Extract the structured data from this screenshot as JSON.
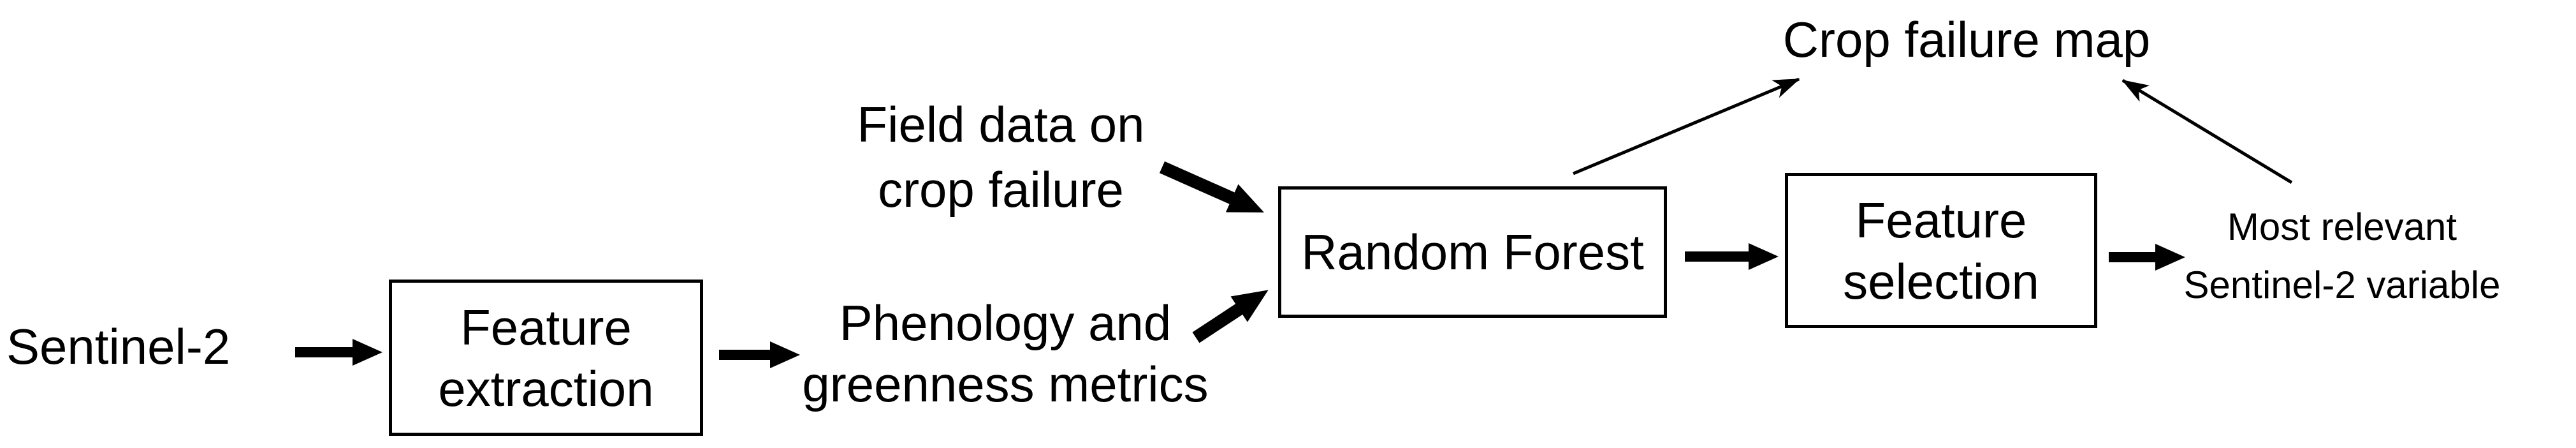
{
  "diagram": {
    "colors": {
      "background": "#ffffff",
      "stroke": "#000000",
      "text": "#000000"
    },
    "nodes": {
      "sentinel2": {
        "type": "text",
        "label": "Sentinel-2"
      },
      "feature_extraction": {
        "type": "box",
        "lines": [
          "Feature",
          "extraction"
        ]
      },
      "field_data": {
        "type": "text",
        "lines": [
          "Field data on",
          "crop failure"
        ]
      },
      "phenology": {
        "type": "text",
        "lines": [
          "Phenology and",
          "greenness metrics"
        ]
      },
      "random_forest": {
        "type": "box",
        "label": "Random Forest"
      },
      "feature_selection": {
        "type": "box",
        "lines": [
          "Feature",
          "selection"
        ]
      },
      "crop_failure_map": {
        "type": "text",
        "label": "Crop failure map"
      },
      "most_relevant": {
        "type": "text",
        "lines": [
          "Most relevant",
          "Sentinel-2 variable"
        ]
      }
    },
    "edges": [
      {
        "from": "sentinel2",
        "to": "feature_extraction",
        "style": "thick-block-arrow"
      },
      {
        "from": "feature_extraction",
        "to": "phenology",
        "style": "thick-block-arrow"
      },
      {
        "from": "field_data",
        "to": "random_forest",
        "style": "thick-block-arrow"
      },
      {
        "from": "phenology",
        "to": "random_forest",
        "style": "thick-block-arrow"
      },
      {
        "from": "random_forest",
        "to": "feature_selection",
        "style": "thick-block-arrow"
      },
      {
        "from": "feature_selection",
        "to": "most_relevant",
        "style": "thick-block-arrow"
      },
      {
        "from": "random_forest",
        "to": "crop_failure_map",
        "style": "thin-line-arrow"
      },
      {
        "from": "most_relevant",
        "to": "crop_failure_map",
        "style": "thin-line-arrow"
      }
    ]
  }
}
